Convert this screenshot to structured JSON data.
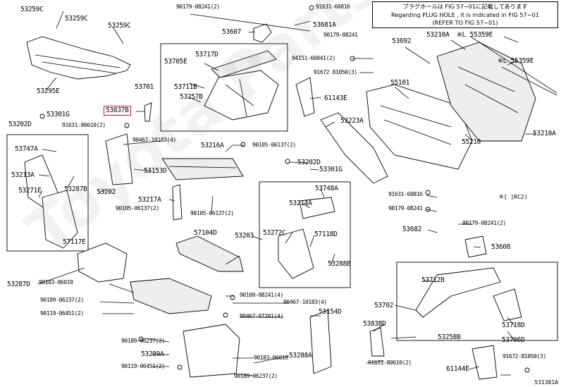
{
  "note": {
    "line1": "プラグホールは FIG 57−01に記載してあります",
    "line2": "Regarding PLUG HOLE , it is indicated in FIG 57−01",
    "line3": "(REFER TO FIG 57−01)"
  },
  "legend": "※[    ]RC2)",
  "doc_id": "531381A",
  "watermark": "Toyota Parts Nation",
  "labels": {
    "l53259C_a": "53259C",
    "l53259C_b": "53259C",
    "l53259C_c": "53259C",
    "l53295E": "53295E",
    "l90179_08241_top": "90179-08241(2)",
    "l91631_60816_top": "91631-60816",
    "l53681A": "53681A",
    "l90179_08241_top2": "90179-08241",
    "l53607": "53607",
    "l53717D": "53717D",
    "l53705E": "53705E",
    "l53701": "53701",
    "l53711B": "53711B",
    "l53257B": "53257B",
    "l53837B": "53837B",
    "l53301G_a": "53301G",
    "l53202D_a": "53202D",
    "l91631_80610_a": "91631-80610(2)",
    "l53692": "53692",
    "l53210A_top": "53210A",
    "l55359E_a": "※L 55359E",
    "l55359E_b": "※L 55359E",
    "l94151_60841": "94151-60841(2)",
    "l91672_81050_a": "91672 81050(3)",
    "l61143E": "61143E",
    "l55101": "55101",
    "l53223A": "53223A",
    "l55210": "55210",
    "l53210A_r": "53210A",
    "l53747A": "53747A",
    "l53213A": "53213A",
    "l53271E": "53271E",
    "l53287B": "53287B",
    "l53202": "53202",
    "l57117E": "57117E",
    "l90467_10183_a": "90467-10183(4)",
    "l53216A": "53216A",
    "l90105_06137_a": "90105-06137(2)",
    "l53153D": "53153D",
    "l53217A": "53217A",
    "l90105_06137_b": "90105-06137(2)",
    "l90105_06137_c": "90105-06137(2)",
    "l53202D_b": "53202D",
    "l53301G_b": "53301G",
    "l53748A": "53748A",
    "l53214A": "53214A",
    "l53272C": "53272C",
    "l57118D": "57118D",
    "l53288B": "53288B",
    "l53203": "53203",
    "l57104D": "57104D",
    "l91631_60816_r": "91631-60816",
    "l90179_08241_r": "90179-08241",
    "l53682": "53682",
    "l90179_08241_r2": "90179-08241(2)",
    "l53608": "53608",
    "l53287D": "53287D",
    "l90183_06019_a": "90183-06019",
    "l90189_06237_a": "90189-06237(2)",
    "l90119_06451_a": "90119-06451(2)",
    "l90109_08241": "90109-08241(4)",
    "l90467_07201": "90467-07201(4)",
    "l90467_10183_b": "90467-10183(4)",
    "l53154D": "53154D",
    "l53702": "53702",
    "l53712B": "53712B",
    "l53718D": "53718D",
    "l53706D": "53706D",
    "l53838D": "53838D",
    "l53258B": "53258B",
    "l90189_06237_b": "90189-06237(2)",
    "l53289A": "53289A",
    "l90183_06019_b": "90183-06019",
    "l53288A": "53288A",
    "l90119_06451_b": "90119-06451(2)",
    "l90189_06237_c": "90189-06237(2)",
    "l91631_80610_b": "91631-80610(2)",
    "l91672_81050_b": "91672-81050(3)",
    "l61144E": "61144E"
  }
}
